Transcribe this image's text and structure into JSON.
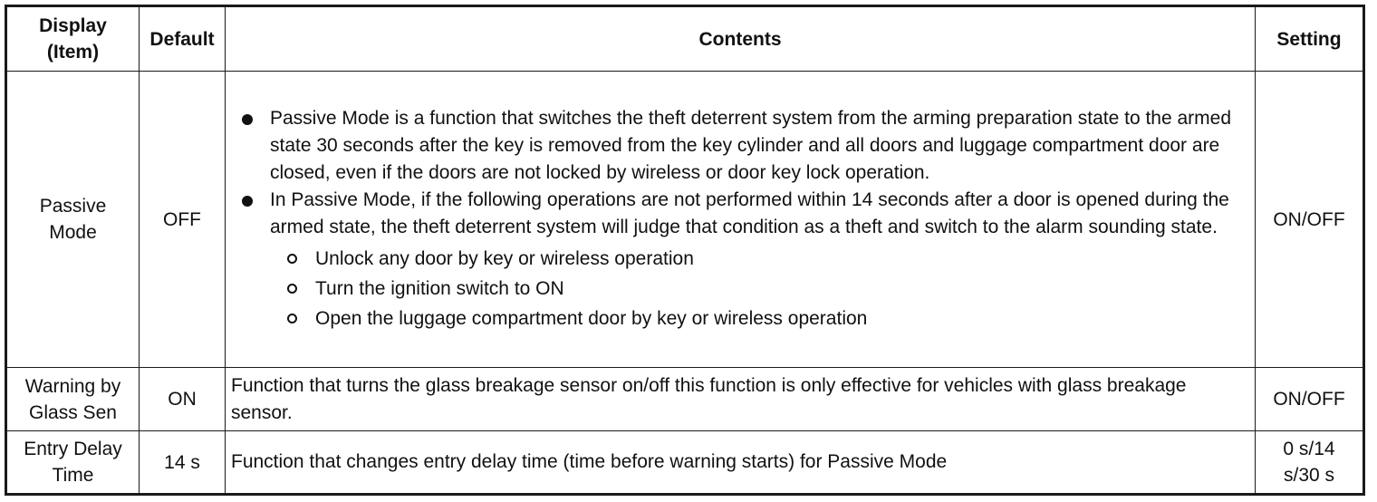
{
  "header": {
    "item_line1": "Display",
    "item_line2": "(Item)",
    "default": "Default",
    "contents": "Contents",
    "setting": "Setting"
  },
  "rows": [
    {
      "item_line1": "Passive",
      "item_line2": "Mode",
      "default": "OFF",
      "bullets": [
        "Passive Mode is a function that switches the theft deterrent system from the arming preparation state to the armed state 30 seconds after the key is removed from the key cylinder and all doors and luggage compartment door are closed, even if the doors are not locked by wireless or door key lock operation.",
        "In Passive Mode, if the following operations are not performed within 14 seconds after a door is opened during the armed state, the theft deterrent system will judge that condition as a theft and switch to the alarm sounding state."
      ],
      "sub_bullets": [
        "Unlock any door by key or wireless operation",
        "Turn the ignition switch to ON",
        "Open the luggage compartment door by key or wireless operation"
      ],
      "setting": "ON/OFF"
    },
    {
      "item_line1": "Warning by",
      "item_line2": "Glass Sen",
      "default": "ON",
      "contents": "Function that turns the glass breakage sensor on/off this function is only effective for vehicles with glass breakage sensor.",
      "setting": "ON/OFF"
    },
    {
      "item_line1": "Entry Delay",
      "item_line2": "Time",
      "default": "14 s",
      "contents": "Function that changes entry delay time (time before warning starts) for Passive Mode",
      "setting_line1": "0 s/14",
      "setting_line2": "s/30 s"
    }
  ]
}
